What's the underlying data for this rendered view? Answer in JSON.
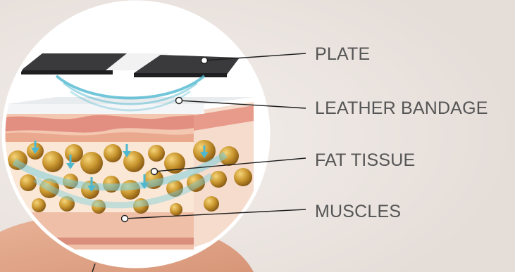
{
  "labels": {
    "plate": "PLATE",
    "leather_bandage": "LEATHER BANDAGE",
    "fat_tissue": "FAT TISSUE",
    "muscles": "MUSCLES"
  },
  "colors": {
    "background": "#ece6e2",
    "plate_dark": "#3a3a3c",
    "wave": "#4fb8cf",
    "skin": "#e8a493",
    "fat_cell": "#c9962e",
    "muscle": "#f0bfa8",
    "leader_line": "#222222",
    "label_text": "#555555"
  }
}
